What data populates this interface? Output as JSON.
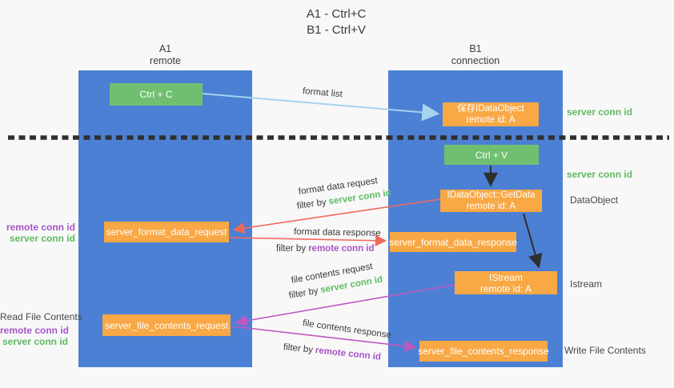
{
  "colors": {
    "lane-blue": "#4c80d4",
    "box-green": "#70bf71",
    "box-orange": "#f8a845",
    "arrow-lightblue": "#a5d3f0",
    "arrow-red": "#f2685c",
    "arrow-magenta": "#c158c1",
    "arrow-black": "#2e2e2e",
    "text-green": "#5eba60",
    "text-purple": "#a854c8",
    "text-dark": "#3a3a3a",
    "text-gray": "#474747",
    "bg": "#f8f8f8",
    "dotted": "#2f2f2f"
  },
  "title": {
    "line1": "A1 - Ctrl+C",
    "line2": "B1 - Ctrl+V"
  },
  "lanes": {
    "a": {
      "name": "A1",
      "role": "remote"
    },
    "b": {
      "name": "B1",
      "role": "connection"
    }
  },
  "nodes": {
    "ctrl_c": {
      "label": "Ctrl + C"
    },
    "ctrl_v": {
      "label": "Ctrl + V"
    },
    "save_dataobject": {
      "line1": "保存IDataObject",
      "line2": "remote id: A"
    },
    "getdata": {
      "line1": "IDataObject::GetData",
      "line2": "remote id: A"
    },
    "istream": {
      "line1": "IStream",
      "line2": "remote id: A"
    },
    "format_request": {
      "label": "server_format_data_request"
    },
    "format_response": {
      "label": "server_format_data_response"
    },
    "file_request": {
      "label": "server_file_contents_request"
    },
    "file_response": {
      "label": "server_file_contents_response"
    }
  },
  "arrow_labels": {
    "format_list": "format list",
    "format_data_request": "format data request",
    "format_data_response": "format data response",
    "file_contents_request": "file contents request",
    "file_contents_response": "file contents response",
    "filter_prefix": "filter by",
    "server_conn_id": "server conn id",
    "remote_conn_id": "remote conn id"
  },
  "side_labels": {
    "server_conn_top": "server conn id",
    "server_conn_mid": "server conn id",
    "dataobject": "DataObject",
    "istream": "Istream",
    "write_file": "Write File Contents",
    "read_file": "Read File Contents",
    "remote_conn": "remote conn id",
    "server_conn": "server conn id"
  }
}
